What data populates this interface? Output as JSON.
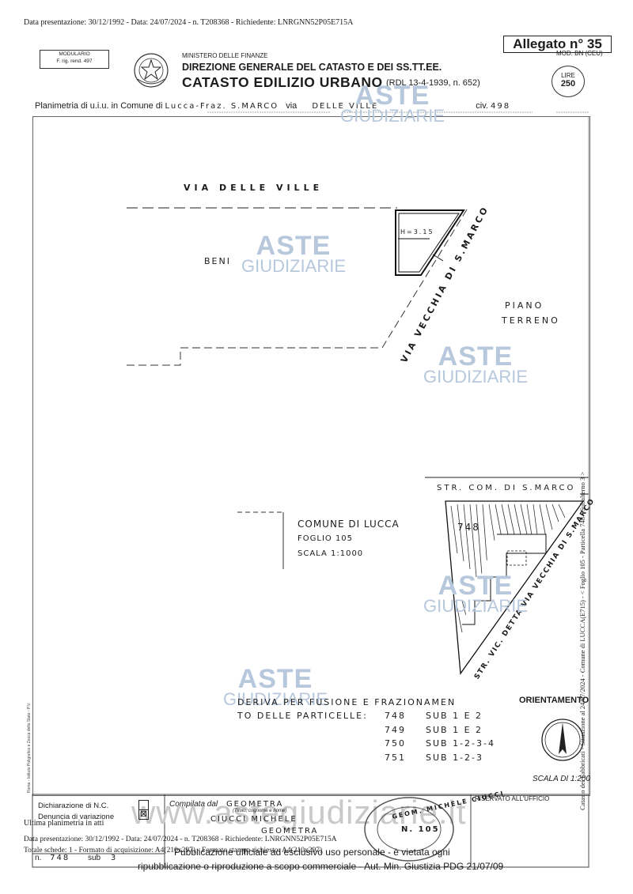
{
  "header": {
    "top_line": "Data presentazione: 30/12/1992 - Data: 24/07/2024 - n. T208368 - Richiedente: LNRGNN52P05E715A",
    "modello_line1": "MODULARIO",
    "modello_line2": "F. rig. rend. 497",
    "ministero": "MINISTERO DELLE FINANZE",
    "direzione": "DIREZIONE GENERALE DEL CATASTO E DEI SS.TT.EE.",
    "catasto": "CATASTO EDILIZIO URBANO",
    "rdl": "(RDL 13-4-1939, n. 652)",
    "allegato": "Allegato n° 35",
    "mod": "MOD. BN (CEU)",
    "lire_label": "LIRE",
    "lire_value": "250"
  },
  "planimetria": {
    "prefix": "Planimetria di u.i.u. in Comune di",
    "comune": "Lucca-Fraz. S.MARCO",
    "via_label": "via",
    "via": "DELLE VILLE",
    "civ_label": "civ.",
    "civ": "498"
  },
  "drawing": {
    "via_delle_ville": "VIA DELLE VILLE",
    "h_label": "H=3.15",
    "beni": "BENI",
    "via_vecchia": "VIA VECCHIA DI S.MARCO",
    "piano1": "PIANO",
    "piano2": "TERRENO",
    "str_com": "STR. COM. DI S.MARCO",
    "parcel": "748",
    "str_vic": "STR. VIC. DETTA VIA VECCHIA DI S.MARCO",
    "comune_di_lucca": "COMUNE DI LUCCA",
    "foglio": "FOGLIO 105",
    "scala": "SCALA 1:1000"
  },
  "deriva": {
    "line1": "DERIVA   PER FUSIONE   E   FRAZIONAMEN",
    "line2_label": "TO DELLE PARTICELLE:",
    "rows": [
      {
        "n": "748",
        "sub": "SUB 1 E 2"
      },
      {
        "n": "749",
        "sub": "SUB 1 E 2"
      },
      {
        "n": "750",
        "sub": "SUB 1-2-3-4"
      },
      {
        "n": "751",
        "sub": "SUB 1-2-3"
      }
    ],
    "orientamento": "ORIENTAMENTO",
    "scala_di": "SCALA DI 1:200"
  },
  "watermark": {
    "aste": "ASTE",
    "giudiziarie": "GIUDIZIARIE",
    "site": "www.astegiudiziarie.it"
  },
  "vertical_text": "Catasto dei Fabbricati - Situazione al 24/07/2024 - Comune di LUCCA(E715) - < Foglio 105 - Particella 748 - Subalterno 3 >",
  "left_vertical": "Roma - Istituto Poligrafico e Zecca dello Stato - P.V.",
  "bottom": {
    "dichiarazione": "Dichiarazione di N.C.",
    "denuncia": "Denuncia di variazione",
    "check2": "⊠",
    "compilata": "Compilata dal",
    "compilata_val": "GEOMETRA",
    "titolo_hint": "(Titolo, cognome e nome)",
    "nome": "CIUCCI MICHELE",
    "geometra2": "GEOMETRA",
    "riservato": "RISERVATO ALL'UFFICIO",
    "ultima": "Ultima planimetria in atti",
    "data_line": "Data presentazione: 30/12/1992 - Data: 24/07/2024 - n. T208368 - Richiedente: LNRGNN52P05E715A",
    "totale_line": "Totale schede: 1 - Formato di acquisizione: A4(210x297) - Formato stampa richiesto: A4(210x297)",
    "n_label": "n.",
    "n_value": "748",
    "sub_label": "sub",
    "sub_value": "3",
    "footer1": "Pubblicazione ufficiale ad esclusivo uso personale - è vietata ogni",
    "footer2": "ripubblicazione o riproduzione a scopo commerciale - Aut. Min. Giustizia PDG 21/07/09",
    "stamp_top": "GEOM. MICHELE CIUCCI",
    "stamp_mid": "N. 105"
  }
}
